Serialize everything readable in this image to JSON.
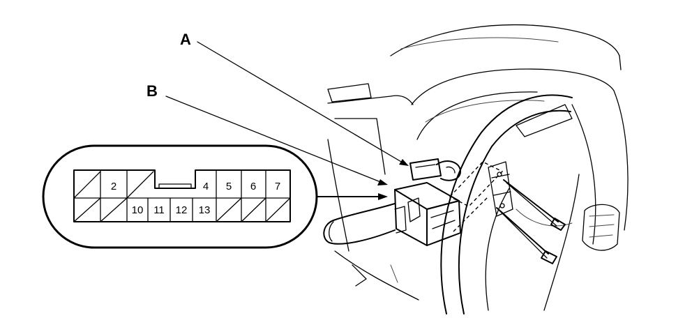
{
  "callouts": {
    "a": "A",
    "b": "B"
  },
  "connector": {
    "top_row": [
      "",
      "2",
      "",
      "4",
      "5",
      "6",
      "7"
    ],
    "bottom_row": [
      "",
      "",
      "10",
      "11",
      "12",
      "13",
      "",
      "",
      ""
    ]
  }
}
